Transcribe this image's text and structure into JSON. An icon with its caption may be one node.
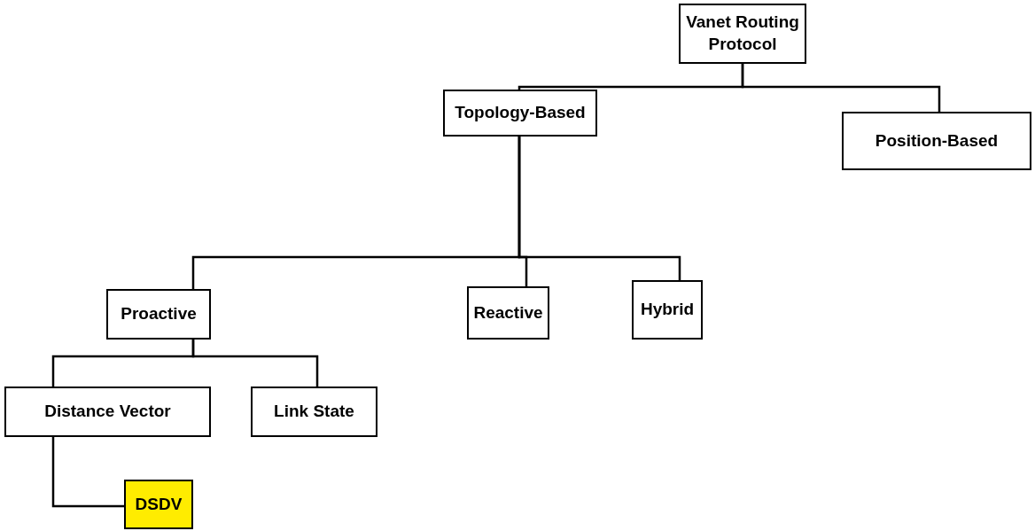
{
  "diagram": {
    "nodes": [
      {
        "text": [
          "Vanet Routing Protocol"
        ]
      },
      {
        "text": [
          "Topology-Based"
        ]
      },
      {
        "text": [
          "Position-Based"
        ]
      },
      {
        "text": [
          "Proactive"
        ]
      },
      {
        "text": [
          "Reactive"
        ]
      },
      {
        "text": [
          "Hybrid"
        ]
      },
      {
        "text": [
          "Distance Vector"
        ]
      },
      {
        "text": [
          "Link State"
        ]
      },
      {
        "text": [
          "DSDV"
        ]
      }
    ],
    "edges": [
      {
        "from": 0,
        "to": 1,
        "arrow": "none"
      },
      {
        "from": 0,
        "to": 2,
        "arrow": "none"
      },
      {
        "from": 1,
        "to": 3,
        "arrow": "none"
      },
      {
        "from": 1,
        "to": 4,
        "arrow": "none"
      },
      {
        "from": 1,
        "to": 5,
        "arrow": "none"
      },
      {
        "from": 3,
        "to": 6,
        "arrow": "none"
      },
      {
        "from": 3,
        "to": 7,
        "arrow": "none"
      },
      {
        "from": 6,
        "to": 8,
        "arrow": "none",
        "color": "#000000"
      }
    ]
  }
}
